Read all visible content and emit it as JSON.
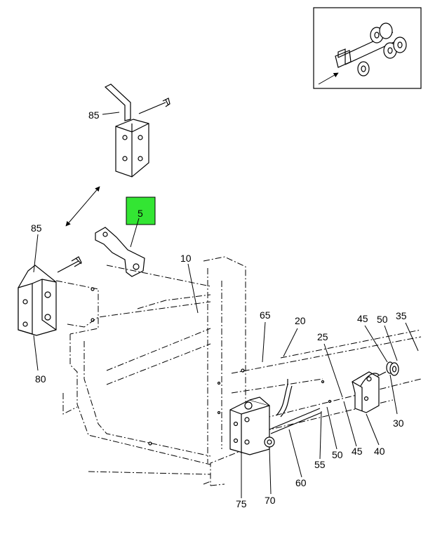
{
  "diagram": {
    "highlight_color": "#33e533",
    "callouts": {
      "c5": "5",
      "c10": "10",
      "c20": "20",
      "c25": "25",
      "c30": "30",
      "c35": "35",
      "c40": "40",
      "c45a": "45",
      "c45b": "45",
      "c50a": "50",
      "c50b": "50",
      "c55": "55",
      "c60": "60",
      "c65": "65",
      "c70": "70",
      "c75": "75",
      "c80": "80",
      "c85a": "85",
      "c85b": "85"
    }
  }
}
